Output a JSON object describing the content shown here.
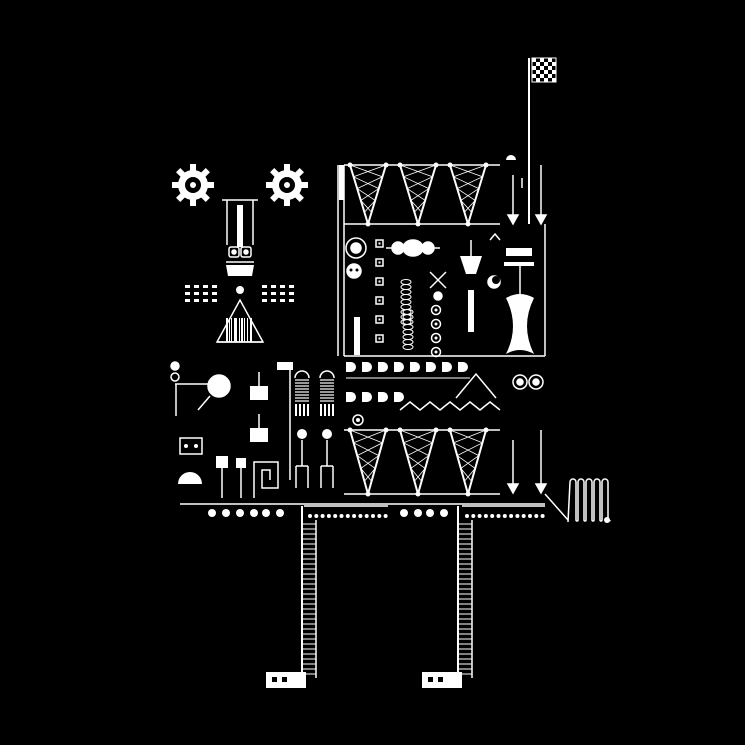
{
  "artwork": {
    "background_color": "#000000",
    "ink_color": "#ffffff",
    "subject": "robot-machine-illustration",
    "flag_pattern": "checkered",
    "gear_count": 2,
    "ladder_count": 2
  }
}
